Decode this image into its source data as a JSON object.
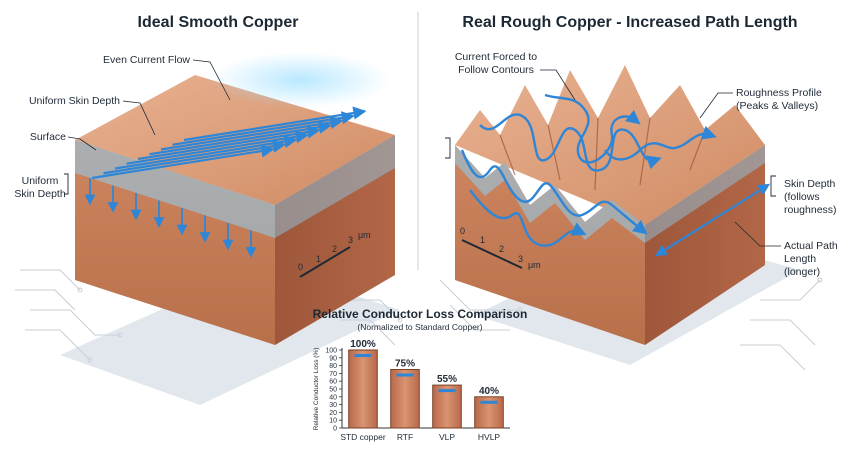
{
  "left_panel": {
    "title": "Ideal Smooth Copper",
    "labels": {
      "even_current": "Even Current Flow",
      "uniform_skin_1": "Uniform Skin Depth",
      "surface": "Surface",
      "uniform_skin_2a": "Uniform",
      "uniform_skin_2b": "Skin Depth"
    },
    "scale": {
      "ticks": [
        "0",
        "1",
        "2",
        "3"
      ],
      "unit": "μm"
    }
  },
  "right_panel": {
    "title": "Real Rough Copper - Increased Path Length",
    "labels": {
      "current_forced_a": "Current Forced to",
      "current_forced_b": "Follow Contours",
      "roughness_a": "Roughness Profile",
      "roughness_b": "(Peaks & Valleys)",
      "skin_a": "Skin Depth",
      "skin_b": "(follows",
      "skin_c": "roughness)",
      "path_a": "Actual Path",
      "path_b": "Length",
      "path_c": "(longer)"
    },
    "scale": {
      "ticks": [
        "0",
        "1",
        "2",
        "3"
      ],
      "unit": "μm"
    }
  },
  "chart_data": {
    "type": "bar",
    "title": "Relative Conductor Loss Comparison",
    "subtitle": "(Normalized to Standard Copper)",
    "ylabel": "Relative Conductor Loss (%)",
    "xlabel": "",
    "categories": [
      "STD copper",
      "RTF",
      "VLP",
      "HVLP"
    ],
    "values": [
      100,
      75,
      55,
      40
    ],
    "value_labels": [
      "100%",
      "75%",
      "55%",
      "40%"
    ],
    "yticks": [
      "0",
      "10",
      "20",
      "30",
      "40",
      "50",
      "60",
      "70",
      "80",
      "90",
      "100"
    ],
    "ylim": [
      0,
      100
    ],
    "grid": false,
    "legend": "none"
  },
  "colors": {
    "copper_top": "#d99a74",
    "copper_front": "#c57a52",
    "copper_side": "#a85f3d",
    "current_blue": "#2f86d6",
    "skin_blue": "#8fd0f2"
  }
}
